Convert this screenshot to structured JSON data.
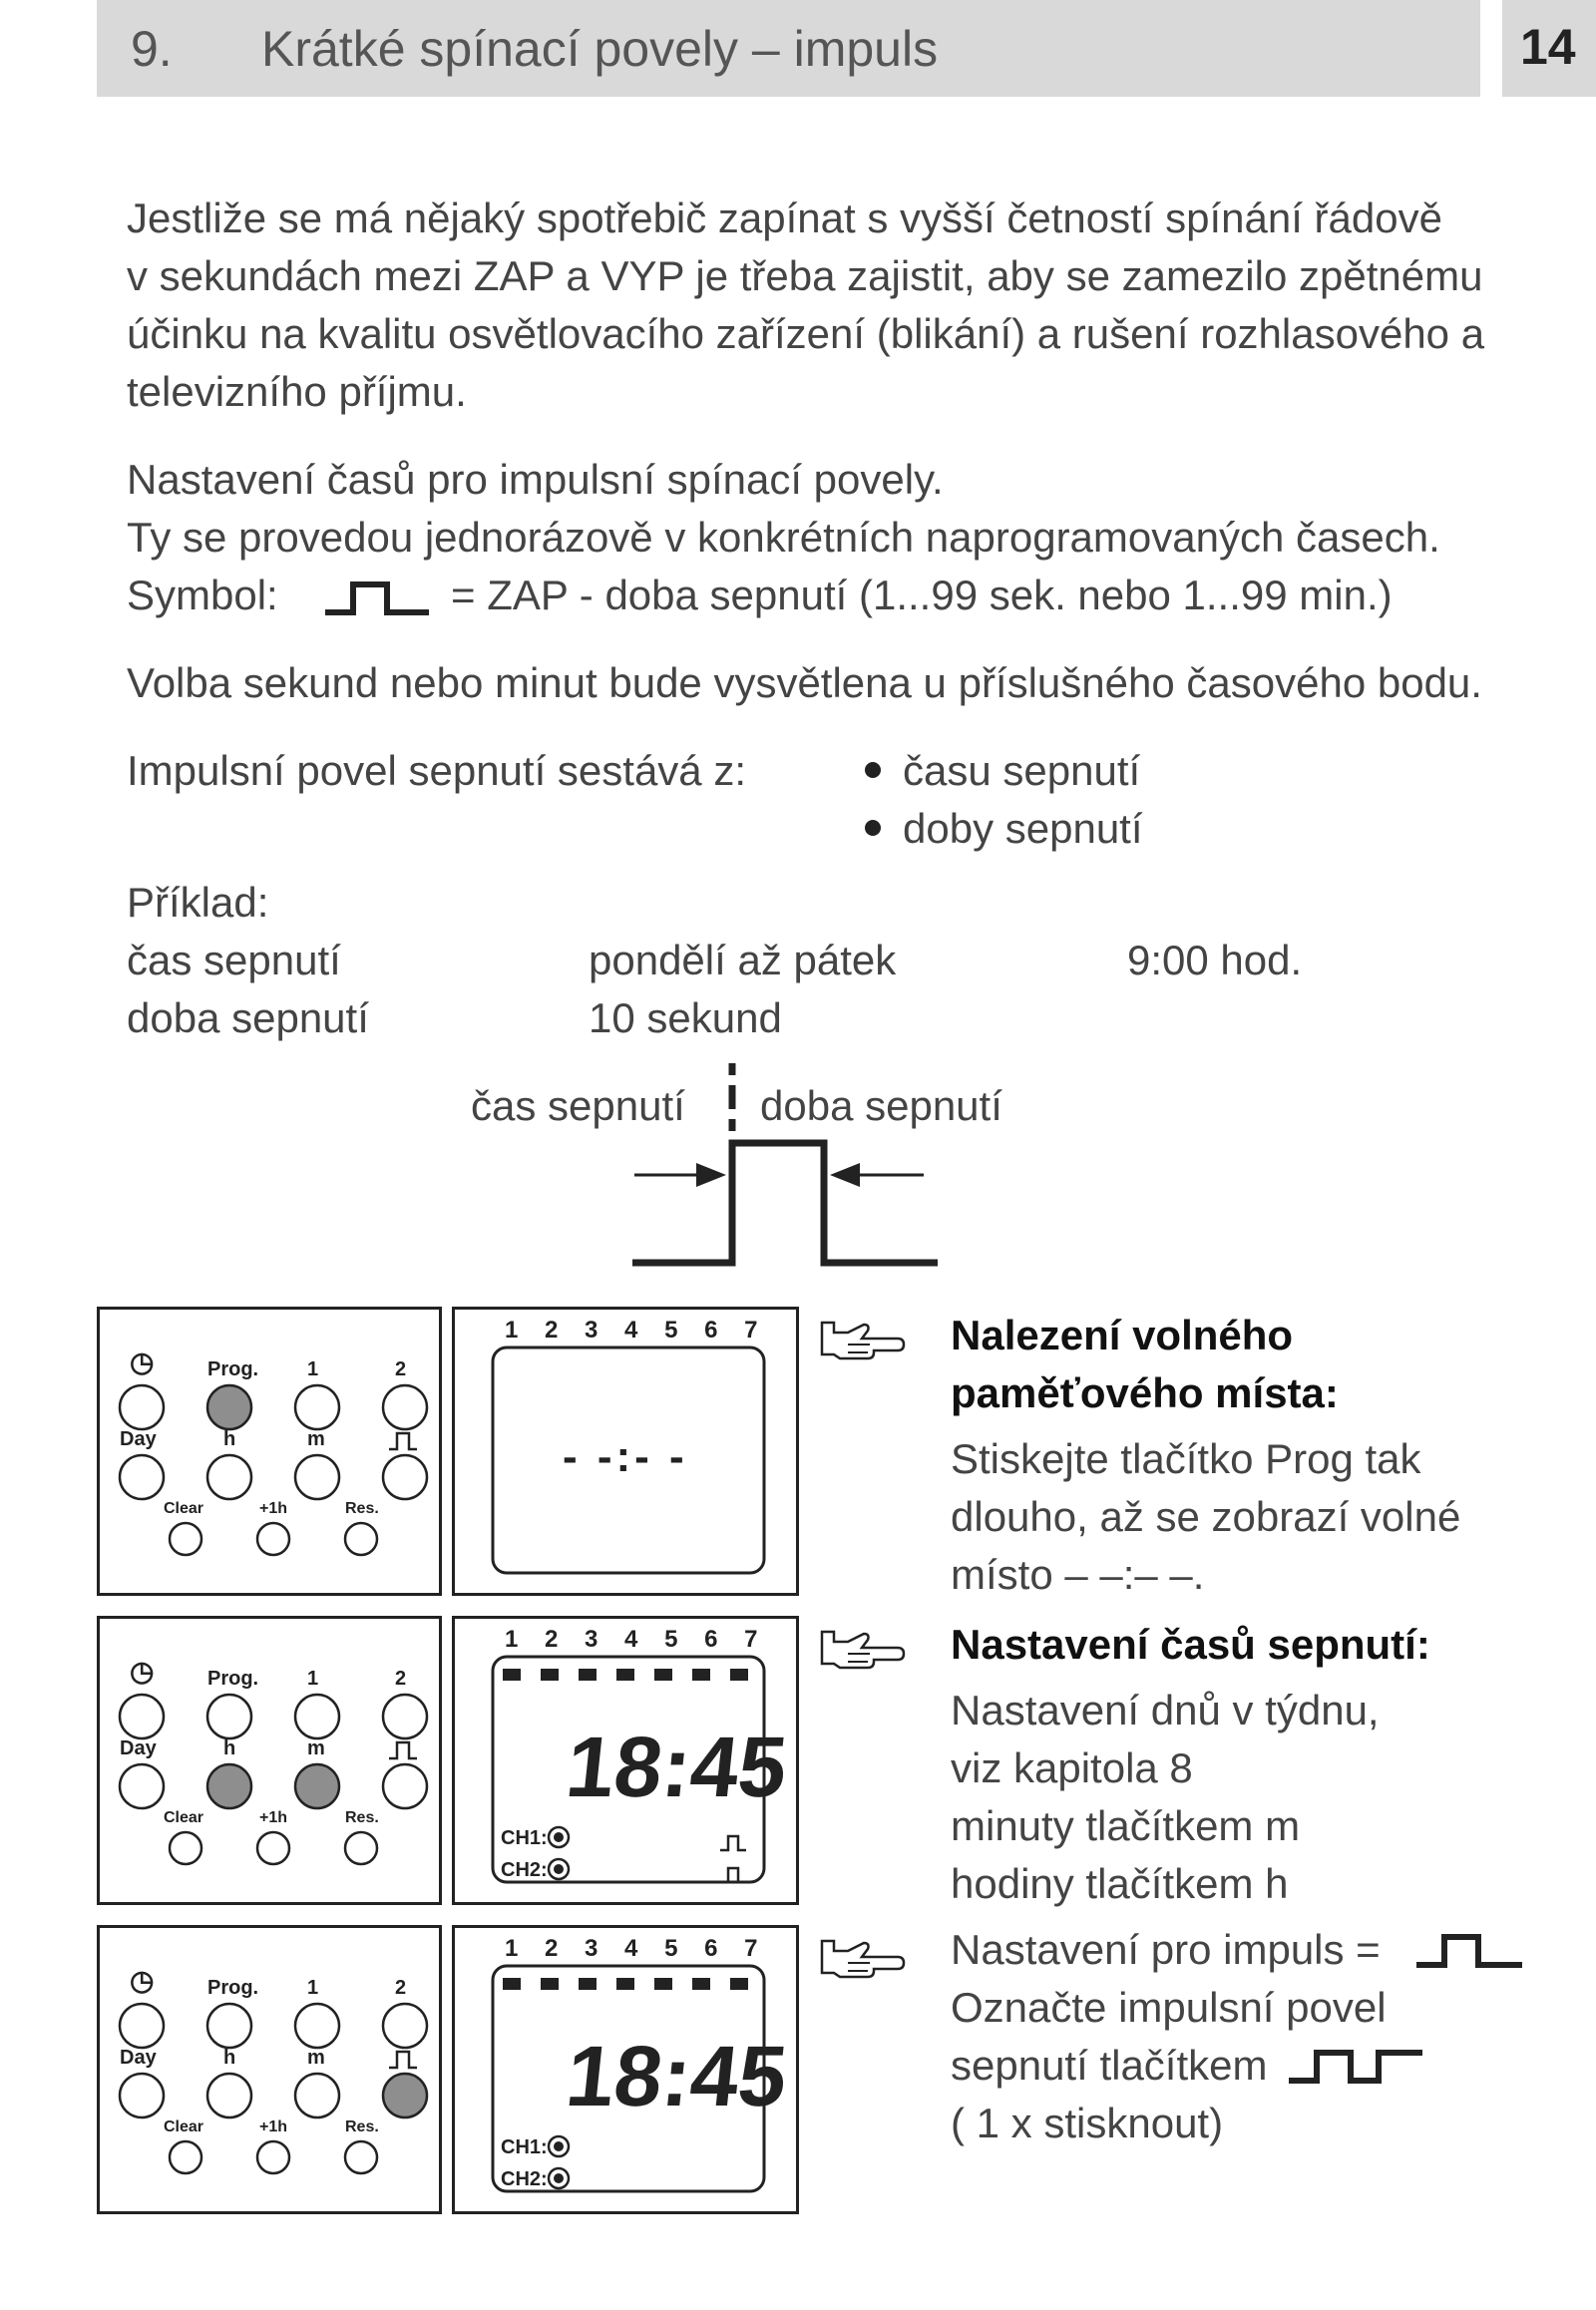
{
  "header": {
    "chapter_number": "9.",
    "chapter_title": "Krátké spínací povely – impuls",
    "page_number": "14"
  },
  "intro": {
    "p1": [
      "Jestliže se má nějaký spotřebič zapínat s vyšší četností spínání řádově",
      "v sekundách mezi ZAP a VYP je třeba zajistit, aby se zamezilo zpětnému",
      "účinku na kvalitu osvětlovacího zařízení (blikání) a rušení rozhlasového a",
      "televizního příjmu."
    ],
    "p2_line1": "Nastavení  časů pro impulsní spínací povely.",
    "p2_line2": "Ty se provedou jednorázově v konkrétních naprogramovaných časech.",
    "symbol_label": "Symbol:",
    "symbol_text": "=  ZAP - doba sepnutí (1...99 sek. nebo 1...99 min.)",
    "p3": "Volba sekund nebo minut bude vysvětlena u příslušného časového bodu.",
    "p4_label": "Impulsní povel sepnutí sestává z:",
    "bullets": [
      "času sepnutí",
      "doby sepnutí"
    ]
  },
  "example": {
    "label": "Příklad:",
    "row1": {
      "name": "čas sepnutí",
      "value": "pondělí až pátek",
      "time": "9:00 hod."
    },
    "row2": {
      "name": "doba sepnutí",
      "value": "10 sekund"
    },
    "diagram_left": "čas sepnutí",
    "diagram_right": "doba sepnutí"
  },
  "keypad": {
    "labels": {
      "clock": "◷",
      "prog": "Prog.",
      "hand1": "1",
      "hand2": "2",
      "day": "Day",
      "h": "h",
      "m": "m",
      "clear": "Clear",
      "plus1h": "+1h",
      "res": "Res."
    }
  },
  "display": {
    "days": "1 2 3 4 5 6 7",
    "empty_time": "- -:- -",
    "time": "18:45",
    "ch1": "CH1:",
    "ch2": "CH2:"
  },
  "steps": [
    {
      "title_lines": [
        "Nalezení volného",
        "paměťového místa:"
      ],
      "body_lines": [
        "Stiskejte tlačítko Prog tak",
        "dlouho, až se zobrazí volné",
        "místo – –:– –."
      ]
    },
    {
      "title_lines": [
        "Nastavení časů sepnutí:"
      ],
      "body_lines": [
        "Nastavení dnů v týdnu,",
        "viz kapitola 8",
        "minuty tlačítkem m",
        "hodiny tlačítkem h"
      ]
    },
    {
      "body_lines": [
        "Nastavení pro impuls =",
        "Označte impulsní povel",
        "sepnutí tlačítkem",
        "( 1 x stisknout)"
      ]
    }
  ]
}
